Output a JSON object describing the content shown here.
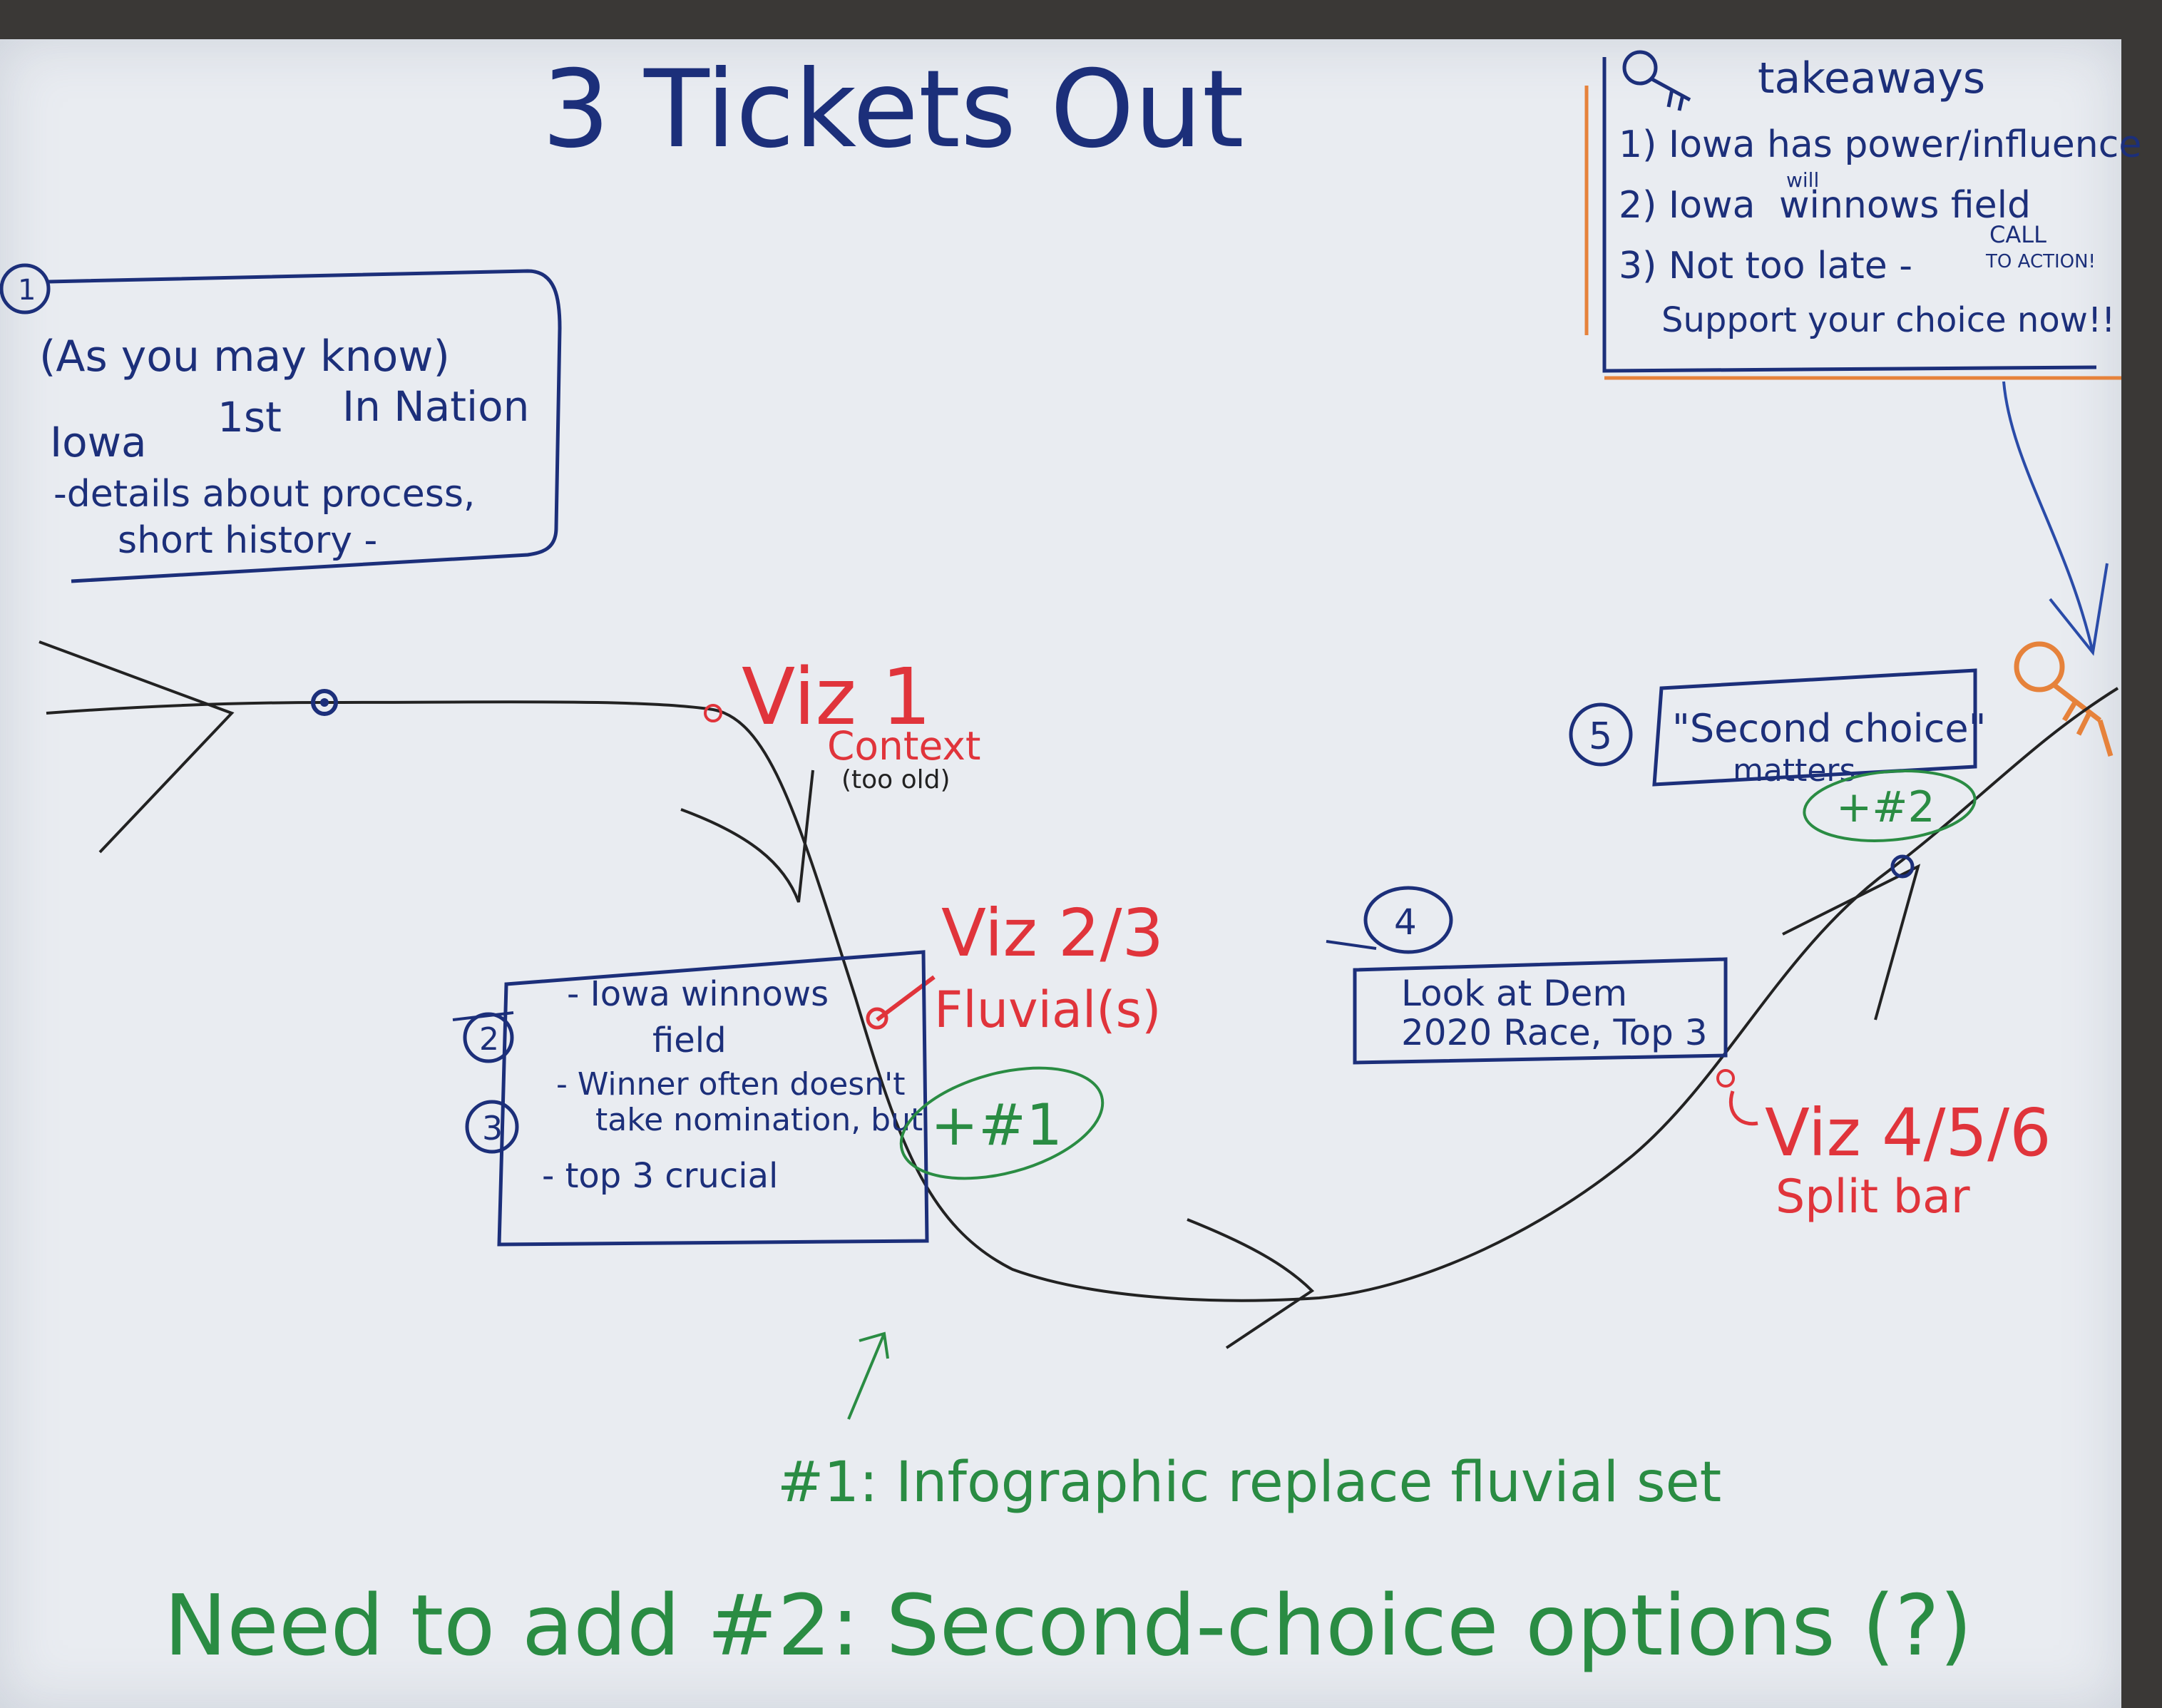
{
  "title": "3 Tickets Out",
  "takeaways": {
    "heading": "takeaways",
    "item1": "1) Iowa has power/influence",
    "item2_pre": "2) Iowa",
    "item2_sup": "will",
    "item2_post": "winnows field",
    "item3": "3) Not too late -",
    "item3_call": "CALL",
    "item3_action": "TO ACTION!",
    "item3_line2": "Support your choice now!!"
  },
  "box1": {
    "number": "1",
    "line1": "(As you may know)",
    "line2a": "Iowa",
    "line2b": "1st",
    "line2c": "In Nation",
    "line3": "-details about process,",
    "line4": "short history -"
  },
  "viz1": {
    "label": "Viz 1",
    "sub": "Context",
    "note": "(too old)"
  },
  "viz23": {
    "label": "Viz 2/3",
    "sub": "Fluvial(s)"
  },
  "box23": {
    "n2": "2",
    "n3": "3",
    "line1": "- Iowa winnows",
    "line1b": "field",
    "line2": "- Winner often doesn't",
    "line2b": "take nomination, but",
    "line3": "- top 3 crucial"
  },
  "plus1": "+#1",
  "box4": {
    "number": "4",
    "line1": "Look at Dem",
    "line2": "2020 Race, Top 3"
  },
  "viz456": {
    "label": "Viz 4/5/6",
    "sub": "Split bar"
  },
  "box5": {
    "number": "5",
    "line1": "\"Second choice\"",
    "line2": "matters"
  },
  "plus2": "+#2",
  "note1": "#1: Infographic replace fluvial set",
  "note2": "Need to add #2: Second-choice options (?)",
  "colors": {
    "blue": "#1c2f7a",
    "red": "#e0343b",
    "green": "#2a8c43",
    "black": "#222222",
    "orange": "#e6823b",
    "paper": "#e9ecf1"
  }
}
